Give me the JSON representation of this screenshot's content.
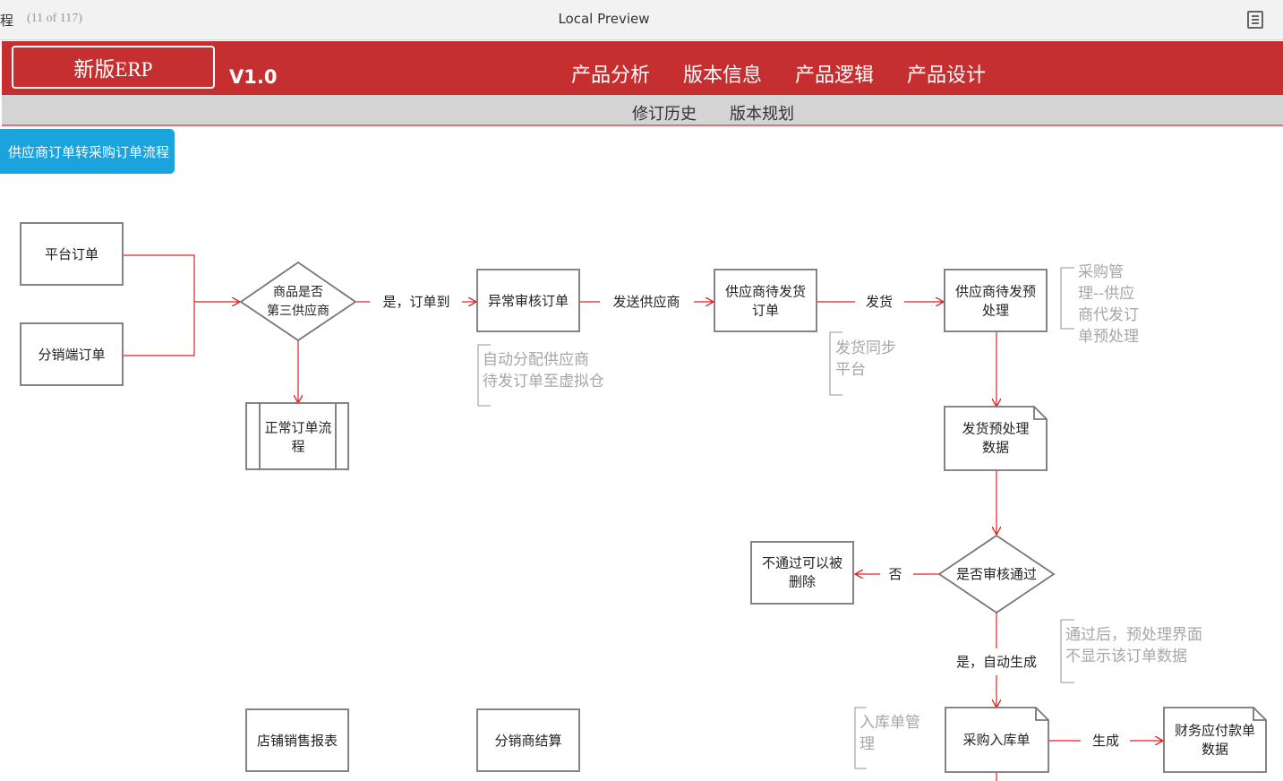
{
  "window": {
    "breadcrumb_tail": "程",
    "page_count": "(11 of 117)",
    "title": "Local Preview",
    "menu_icon": "document-menu-icon"
  },
  "header": {
    "logo": "新版ERP",
    "version": "V1.0",
    "nav": [
      "产品分析",
      "版本信息",
      "产品逻辑",
      "产品设计"
    ],
    "subnav": [
      "修订历史",
      "版本规划"
    ]
  },
  "page": {
    "tag": "供应商订单转采购订单流程"
  },
  "colors": {
    "accent_red": "#c62f2f",
    "tag_blue": "#1aa3dc",
    "connector_red": "#e02020",
    "note_grey": "#aaaaaa"
  },
  "diagram": {
    "nodes": {
      "platform_order": "平台订单",
      "distributor_order": "分销端订单",
      "decision_third_party": "商品是否\n第三供应商",
      "normal_flow": "正常订单流\n程",
      "exception_review": "异常审核订单",
      "supplier_pending_order": "供应商待发货\n订单",
      "supplier_preprocess": "供应商待发预\n处理",
      "preprocess_data": "发货预处理\n数据",
      "decision_review": "是否审核通过",
      "deletable": "不通过可以被\n删除",
      "purchase_receipt": "采购入库单",
      "payable_data": "财务应付款单\n数据",
      "store_sales_report": "店铺销售报表",
      "distributor_settlement": "分销商结算"
    },
    "edges": {
      "yes_order_to": "是，订单到",
      "send_supplier": "发送供应商",
      "ship": "发货",
      "no": "否",
      "yes_auto_generate": "是，自动生成",
      "generate": "生成"
    },
    "notes": {
      "auto_assign": "自动分配供应商\n待发订单至虚拟仓",
      "ship_sync": "发货同步\n平台",
      "purchase_mgmt": "采购管\n理--供应\n商代发订\n单预处理",
      "after_pass": "通过后，预处理界面\n不显示该订单数据",
      "receipt_mgmt": "入库单管\n理"
    }
  }
}
